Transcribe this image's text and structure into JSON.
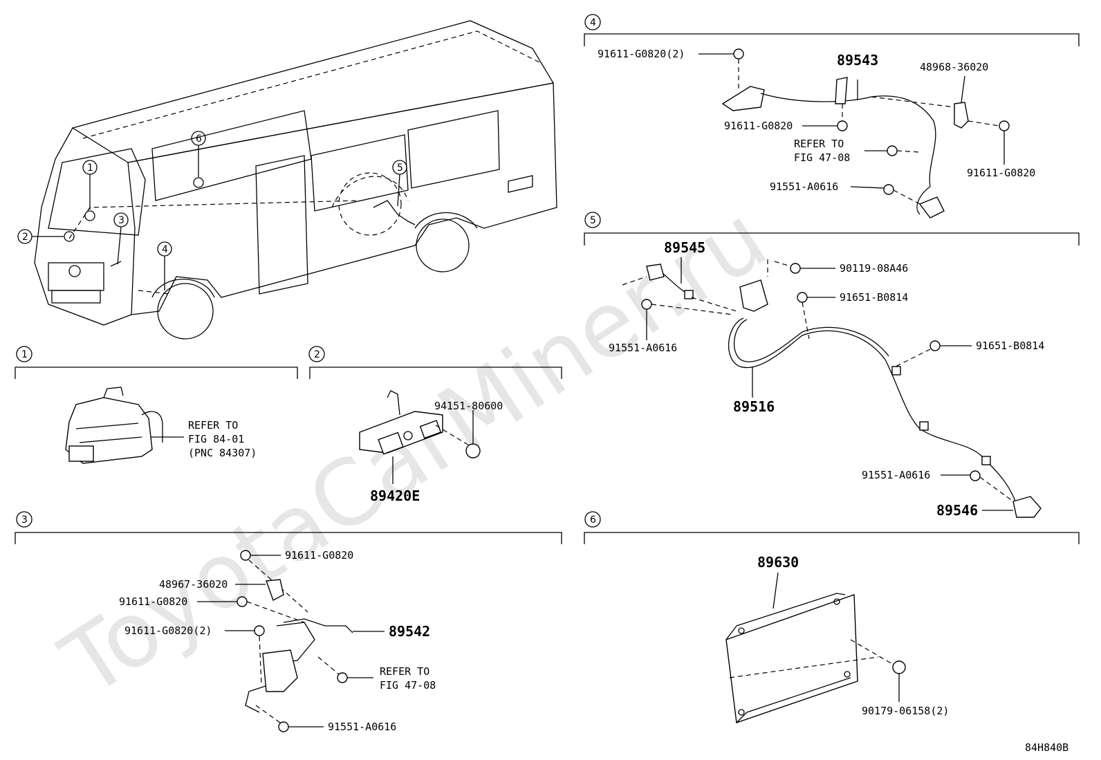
{
  "watermark": "ToyotaCarMiner.ru",
  "diagram_code": "84H840B",
  "vehicle_callouts": [
    "1",
    "2",
    "3",
    "4",
    "5",
    "6"
  ],
  "sections": {
    "s1": {
      "num": "1",
      "refer": [
        "REFER TO",
        "FIG 84-01",
        "(PNC 84307)"
      ]
    },
    "s2": {
      "num": "2",
      "parts": [
        "94151-80600",
        "89420E"
      ]
    },
    "s3": {
      "num": "3",
      "parts": [
        "91611-G0820",
        "48967-36020",
        "91611-G0820",
        "91611-G0820(2)",
        "89542",
        "91551-A0616"
      ],
      "refer": [
        "REFER TO",
        "FIG 47-08"
      ]
    },
    "s4": {
      "num": "4",
      "parts": [
        "91611-G0820(2)",
        "89543",
        "48968-36020",
        "91611-G0820",
        "91611-G0820",
        "91551-A0616"
      ],
      "refer": [
        "REFER TO",
        "FIG 47-08"
      ]
    },
    "s5": {
      "num": "5",
      "parts": [
        "89545",
        "90119-08A46",
        "91651-B0814",
        "91551-A0616",
        "89516",
        "91651-B0814",
        "91551-A0616",
        "89546"
      ]
    },
    "s6": {
      "num": "6",
      "parts": [
        "89630",
        "90179-06158(2)"
      ]
    }
  }
}
